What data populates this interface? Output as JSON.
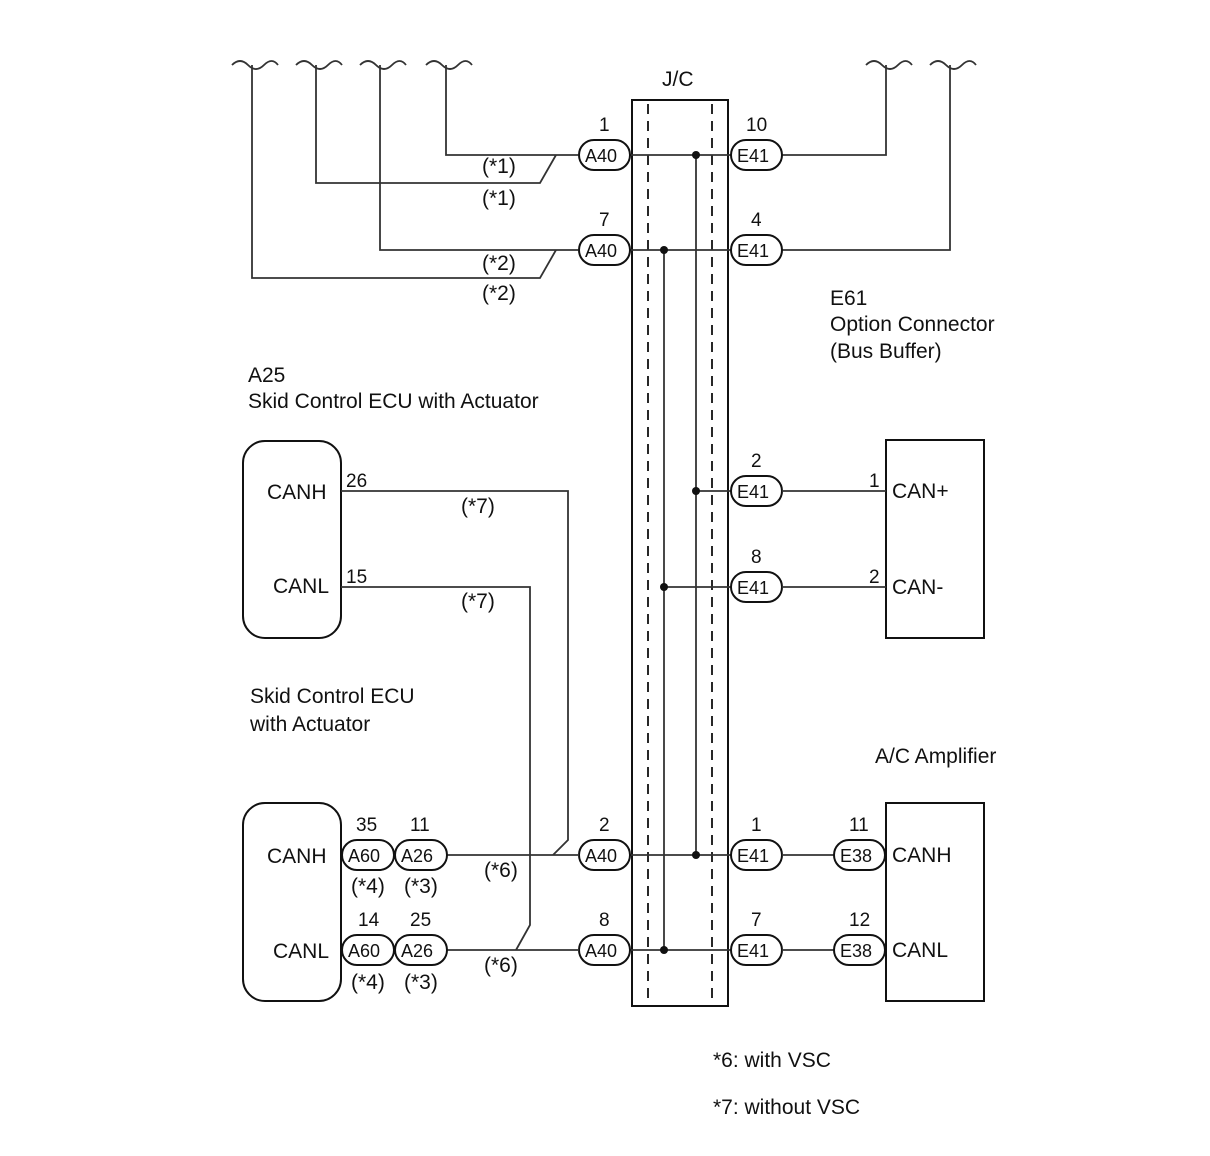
{
  "jc": {
    "label": "J/C"
  },
  "e61": {
    "id": "E61",
    "name": "Option Connector",
    "sub": "(Bus Buffer)",
    "pin_labels": [
      "CAN+",
      "CAN-"
    ],
    "pin_nums": [
      "1",
      "2"
    ]
  },
  "a25": {
    "id": "A25",
    "name": "Skid Control ECU with Actuator",
    "pins": [
      "CANH",
      "CANL"
    ],
    "pin_nums": [
      "26",
      "15"
    ]
  },
  "scecu": {
    "line1": "Skid Control ECU",
    "line2": "with Actuator",
    "pins": [
      "CANH",
      "CANL"
    ]
  },
  "ac": {
    "name": "A/C Amplifier",
    "pins": [
      "CANH",
      "CANL"
    ]
  },
  "connectors": {
    "a40": "A40",
    "e41": "E41",
    "a60": "A60",
    "a26": "A26",
    "e38": "E38"
  },
  "pins": {
    "a40_top": "1",
    "a40_mid": "7",
    "e41_top": "10",
    "e41_mid": "4",
    "e41_can_p": "2",
    "e41_can_m": "8",
    "a60_h": "35",
    "a26_h": "11",
    "a40_h": "2",
    "e41_h": "1",
    "e38_h": "11",
    "a60_l": "14",
    "a26_l": "25",
    "a40_l": "8",
    "e41_l": "7",
    "e38_l": "12"
  },
  "notes": {
    "n1": "(*1)",
    "n2": "(*2)",
    "n3": "(*3)",
    "n4": "(*4)",
    "n6": "(*6)",
    "n7": "(*7)",
    "legend6": "*6: with VSC",
    "legend7": "*7: without VSC"
  }
}
